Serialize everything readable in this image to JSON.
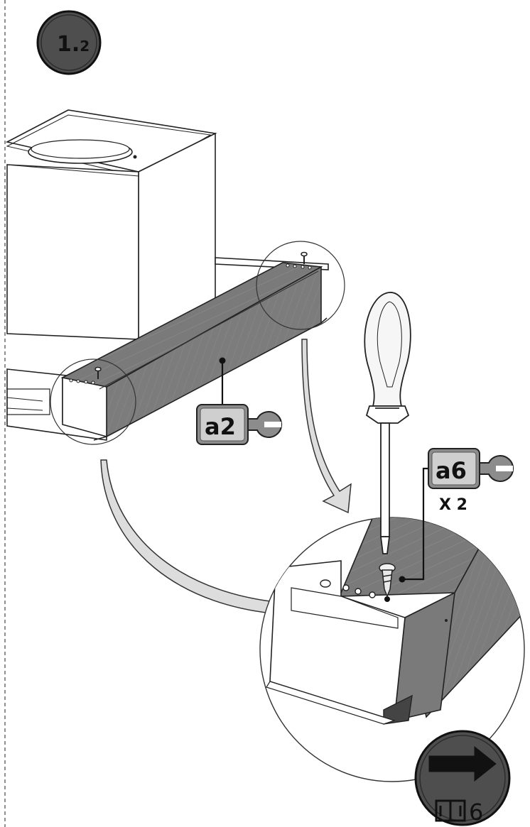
{
  "step": {
    "number": "1.",
    "sub": "2"
  },
  "parts": {
    "a2": {
      "code": "a2",
      "icon": "wrench-icon"
    },
    "a6": {
      "code": "a6",
      "quantity": "X 2",
      "icon": "wrench-icon"
    }
  },
  "next_page": {
    "icon": "book-icon",
    "arrow": "right-arrow-icon",
    "page": "6"
  }
}
